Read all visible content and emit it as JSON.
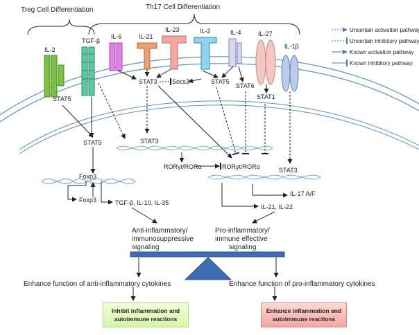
{
  "headers": {
    "treg": "Treg Cell Differentiation",
    "th17": "Th17 Cell Differentiation"
  },
  "legend": [
    {
      "label": "Uncertain activation pathway",
      "style": "dashed-arrow"
    },
    {
      "label": "Uncertain inhibitory pathway",
      "style": "dashed-bar"
    },
    {
      "label": "Known activation pathway",
      "style": "solid-arrow"
    },
    {
      "label": "Known inhibitory pathway",
      "style": "solid-bar"
    }
  ],
  "receptors": {
    "il2_left": "IL-2",
    "tgfb": "TGF-β",
    "il6": "IL-6",
    "il21": "IL-21",
    "il23": "IL-23",
    "il2_right": "IL-2",
    "il4": "IL-4",
    "il27": "IL-27",
    "il1b": "IL-1β"
  },
  "nodes": {
    "stat5_left": "STAT5",
    "stat3_mid": "STAT3",
    "socs3": "Socs3",
    "stat5_right": "STAT5",
    "stat6": "STAT6",
    "stat1": "STAT1",
    "stat5_nuc": "STAT5",
    "stat3_nuc": "STAT3",
    "ror_left": "RORγt/RORα",
    "ror_right": "RORγt/RORα",
    "stat3_right": "STAT3",
    "foxp3_a": "Foxp3",
    "foxp3_b": "Foxp3",
    "tgf_out": "TGF-β, IL-10, IL-35",
    "il17": "IL-17 A/F",
    "il21_22": "IL-21, IL-22"
  },
  "signaling": {
    "anti": [
      "Anti-inflammatory/",
      "immunosuppressive",
      "signaling"
    ],
    "pro": [
      "Pro-inflammatory/",
      "immune effective",
      "signaling"
    ]
  },
  "outcomes": {
    "anti_text": "Enhance function of anti-inflammatory cytokines",
    "pro_text": "Enhance function of pro-inflammatory cytokines",
    "anti_box": [
      "Inhibit inflammation and",
      "autoimmune reactions"
    ],
    "pro_box": [
      "Enhance inflammation and",
      "autoimmune reactions"
    ]
  },
  "colors": {
    "il2": "#7cc242",
    "tgfb": "#5cc9a0",
    "il6": "#e27fe8",
    "il21": "#f0a070",
    "il23": "#f4a6a0",
    "il2r": "#8fd3ee",
    "il4": "#d6d8f0",
    "il27": "#f6c6c0",
    "il1b": "#b9cdea",
    "balance": "#3d6db5"
  }
}
